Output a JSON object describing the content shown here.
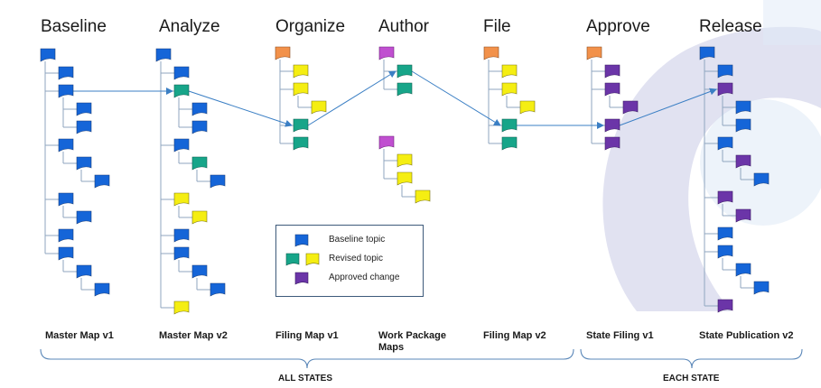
{
  "stages": [
    {
      "title": "Baseline",
      "map_label": "Master Map v1"
    },
    {
      "title": "Analyze",
      "map_label": "Master Map v2"
    },
    {
      "title": "Organize",
      "map_label": "Filing Map v1"
    },
    {
      "title": "Author",
      "map_label": "Work Package Maps"
    },
    {
      "title": "File",
      "map_label": "Filing Map v2"
    },
    {
      "title": "Approve",
      "map_label": "State Filing v1"
    },
    {
      "title": "Release",
      "map_label": "State Publication v2"
    }
  ],
  "groups": {
    "all_states": "ALL STATES",
    "each_state": "EACH STATE"
  },
  "legend": {
    "baseline": "Baseline topic",
    "revised": "Revised topic",
    "approved": "Approved change"
  },
  "colors": {
    "baseline": "#1565d8",
    "revised_teal": "#17a589",
    "revised_yellow": "#f5ee12",
    "approved": "#6b35a8",
    "map_root": "#f2914a",
    "work_root": "#c04fd0",
    "tree_line": "#8fa6bf",
    "arrow": "#3b7fc4",
    "watermark": "#c9cbe6"
  }
}
